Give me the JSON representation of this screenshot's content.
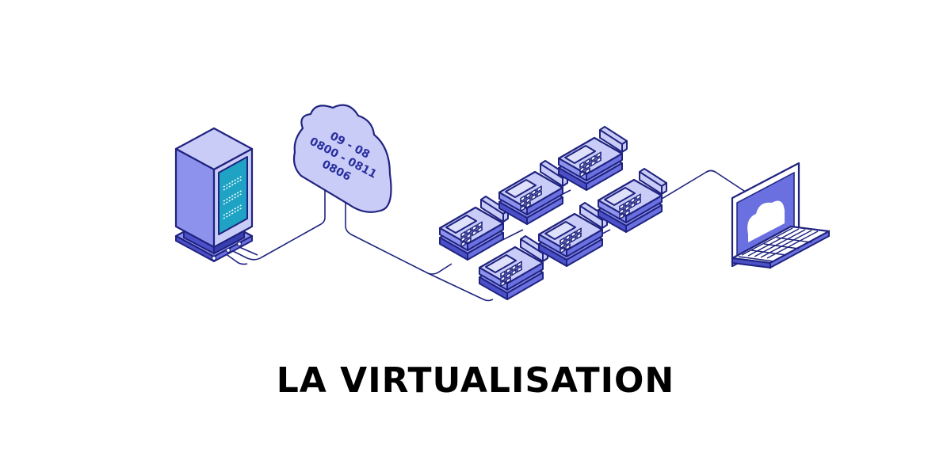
{
  "title": "LA VIRTUALISATION",
  "cloud": {
    "lines": [
      "09 - 08",
      "0800 - 0811",
      "0806"
    ]
  },
  "colors": {
    "stroke": "#1f237f",
    "light_fill": "#c9ccf7",
    "mid_fill": "#8d92ec",
    "dark_fill": "#4b50c8",
    "screen": "#1fa3c4",
    "laptop_screen": "#6b70e0",
    "title": "#000000",
    "background": "#ffffff"
  },
  "nodes": [
    "server",
    "cloud",
    "phones",
    "laptop"
  ],
  "phones_count": 6
}
